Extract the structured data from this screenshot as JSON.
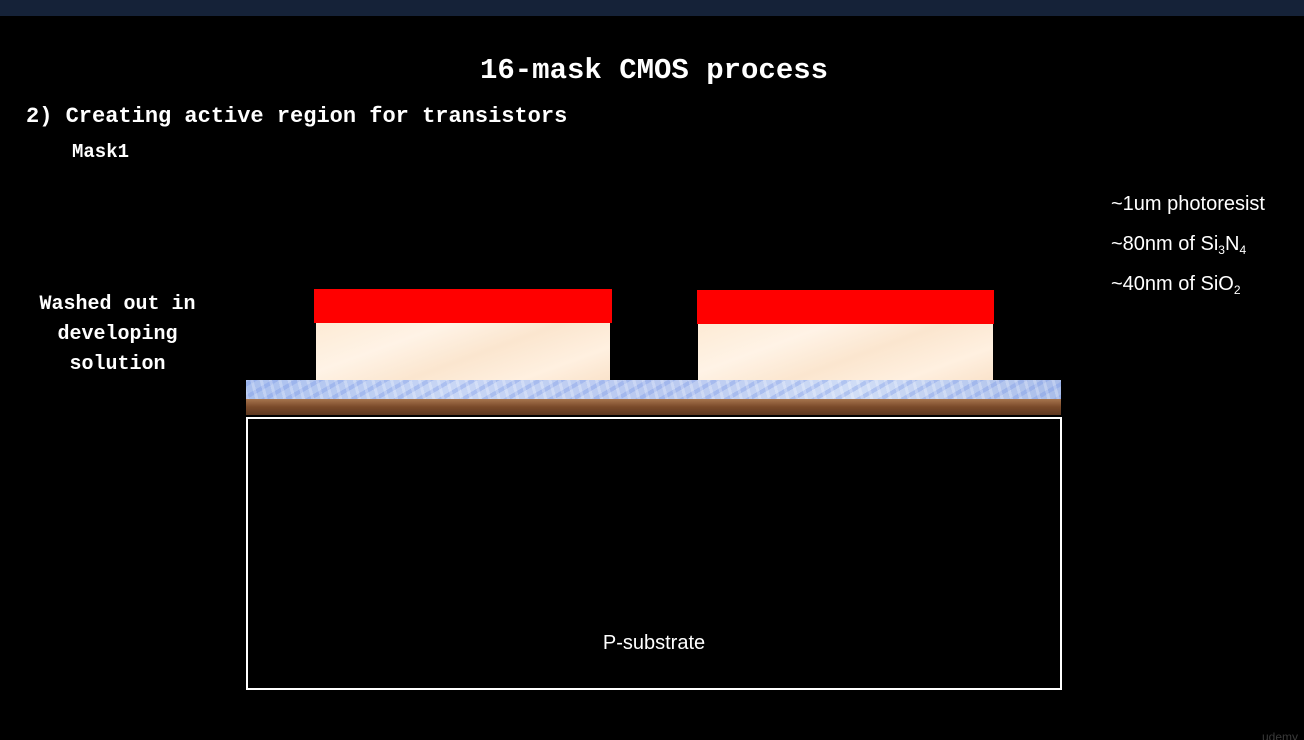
{
  "slide": {
    "title": "16-mask CMOS process",
    "step_heading": "2) Creating active region for transistors",
    "mask_label": "Mask1"
  },
  "annotation": {
    "lines": [
      "Washed out in",
      "developing",
      "solution"
    ]
  },
  "legend": [
    {
      "prefix": "~1um photoresist",
      "parts": []
    },
    {
      "prefix": "~80nm of Si",
      "sub1": "3",
      "mid": "N",
      "sub2": "4"
    },
    {
      "prefix": "~40nm of SiO",
      "sub1": "2"
    }
  ],
  "diagram": {
    "substrate_label": "P-substrate",
    "colors": {
      "photoresist": "#ff0000",
      "silicon_nitride": "#fdebd5",
      "silicon_oxide": "#b8c8f0",
      "pad_oxide": "#7a4a2a",
      "substrate_border": "#ffffff"
    }
  },
  "watermark": "udemy"
}
